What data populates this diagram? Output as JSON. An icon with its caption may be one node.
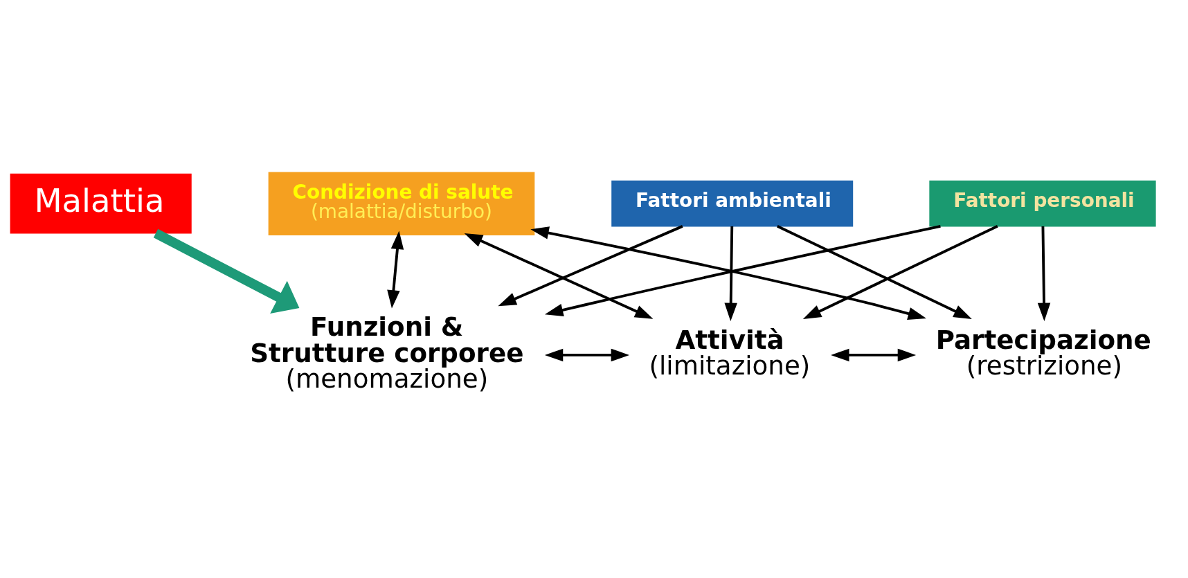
{
  "diagram": {
    "nodes": [
      {
        "text": [
          "Malattia"
        ]
      },
      {
        "text": [
          "Condizione di salute",
          "(malattia/disturbo)"
        ]
      },
      {
        "text": [
          "Funzioni & Strutture corporee",
          "(menomazione)"
        ]
      },
      {
        "text": [
          "Attività",
          "(limitazione)"
        ]
      },
      {
        "text": [
          "Partecipazione",
          "(restrizione)"
        ]
      },
      {
        "text": [
          "Fattori ambientali"
        ]
      },
      {
        "text": [
          "Fattori personali"
        ]
      }
    ],
    "edges": [
      {
        "from": 0,
        "to": 2,
        "arrow": "to",
        "style": "thick",
        "color": "#1e9a78"
      },
      {
        "from": 1,
        "to": 3,
        "arrow": "both"
      },
      {
        "from": 1,
        "to": 2,
        "arrow": "both"
      },
      {
        "from": 1,
        "to": 4,
        "arrow": "both"
      },
      {
        "from": 2,
        "to": 3,
        "arrow": "both"
      },
      {
        "from": 3,
        "to": 4,
        "arrow": "both"
      },
      {
        "from": 5,
        "to": 2,
        "arrow": "to"
      },
      {
        "from": 5,
        "to": 3,
        "arrow": "to"
      },
      {
        "from": 5,
        "to": 4,
        "arrow": "to"
      },
      {
        "from": 6,
        "to": 2,
        "arrow": "to"
      },
      {
        "from": 6,
        "to": 3,
        "arrow": "to"
      },
      {
        "from": 6,
        "to": 4,
        "arrow": "to"
      }
    ]
  }
}
